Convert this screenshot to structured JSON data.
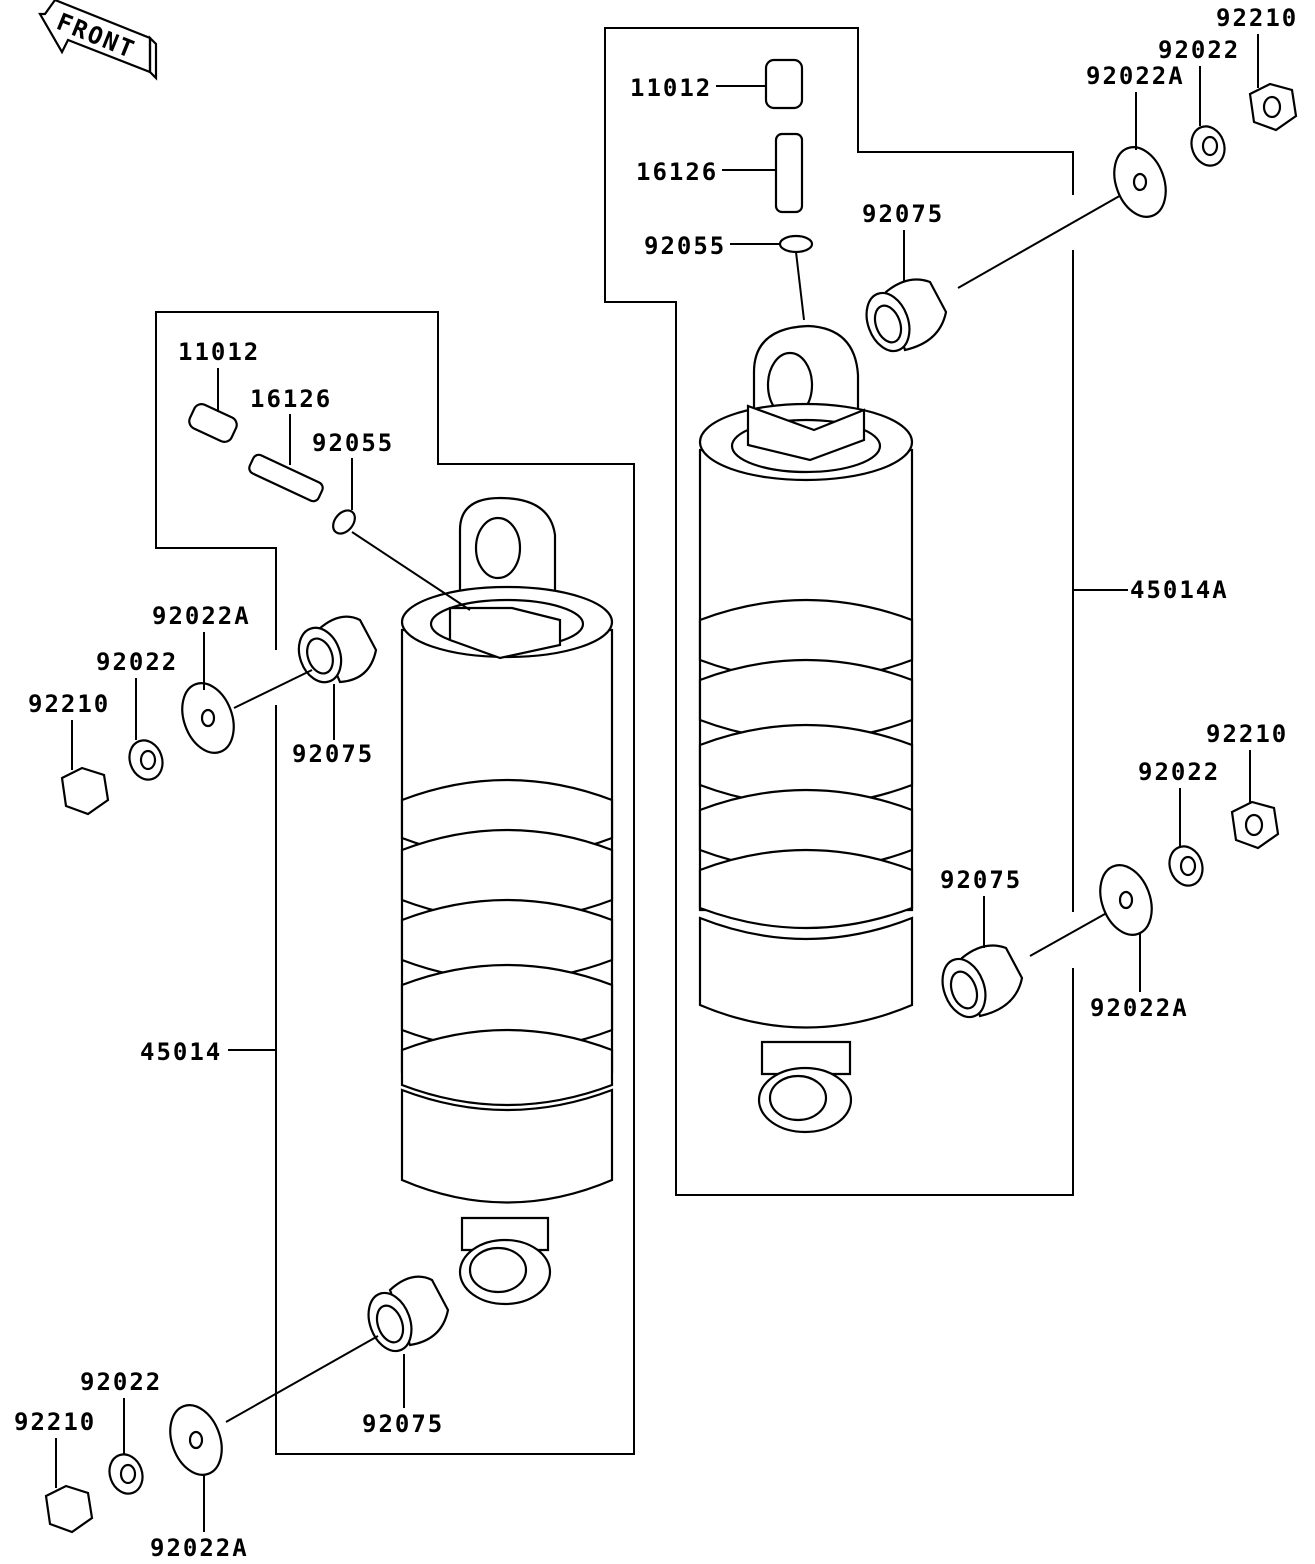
{
  "front_badge": "FRONT",
  "assembly_left": {
    "assembly_label": "45014",
    "labels": {
      "valve_cap": "11012",
      "valve": "16126",
      "o_ring": "92055",
      "top_washer": "92022A",
      "top_lockwasher": "92022",
      "top_nut": "92210",
      "top_bushing": "92075",
      "bottom_bushing": "92075",
      "bottom_lockwasher": "92022",
      "bottom_nut": "92210",
      "bottom_washer": "92022A"
    }
  },
  "assembly_right": {
    "assembly_label": "45014A",
    "labels": {
      "valve_cap": "11012",
      "valve": "16126",
      "o_ring": "92055",
      "top_bushing": "92075",
      "top_nut": "92210",
      "top_lockwasher": "92022",
      "top_washer": "92022A",
      "bottom_nut": "92210",
      "bottom_lockwasher": "92022",
      "bottom_bushing": "92075",
      "bottom_washer": "92022A"
    }
  }
}
